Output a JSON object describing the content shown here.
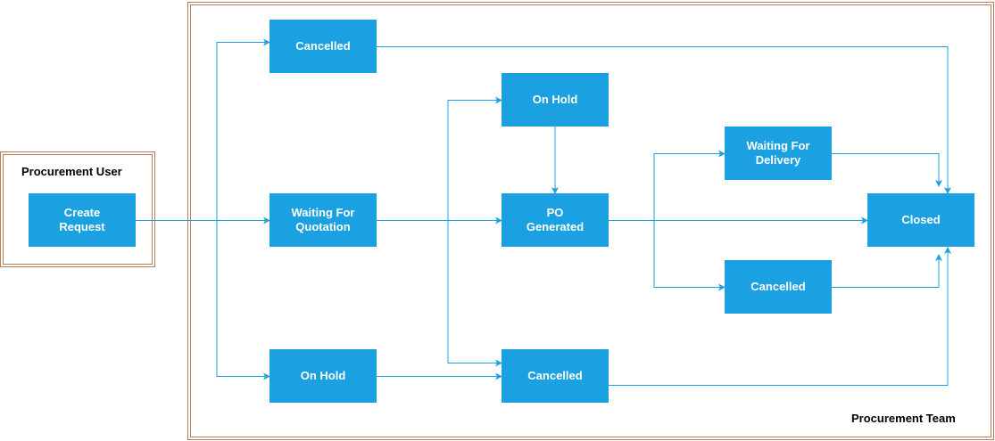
{
  "lanes": {
    "user": "Procurement User",
    "team": "Procurement Team"
  },
  "nodes": {
    "create_request": "Create\nRequest",
    "cancelled_top": "Cancelled",
    "waiting_quotation": "Waiting For\nQuotation",
    "on_hold_bottom": "On Hold",
    "on_hold_mid": "On Hold",
    "po_generated": "PO\nGenerated",
    "cancelled_mid_bottom": "Cancelled",
    "waiting_delivery": "Waiting For\nDelivery",
    "cancelled_right": "Cancelled",
    "closed": "Closed"
  },
  "colors": {
    "node_fill": "#1ba1e2",
    "edge": "#1ba1e2",
    "frame": "#b97a57"
  }
}
